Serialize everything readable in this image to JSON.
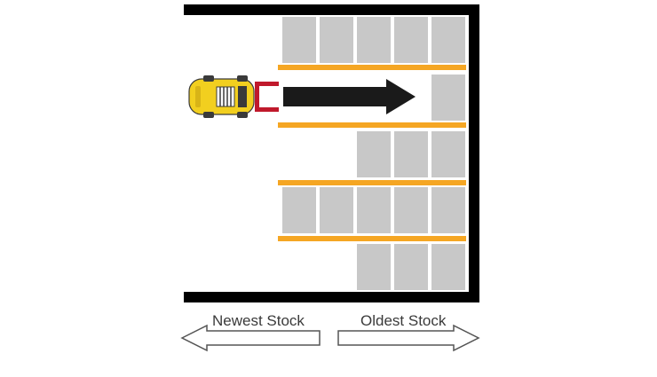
{
  "legend": {
    "newest_label": "Newest Stock",
    "oldest_label": "Oldest Stock"
  },
  "colors": {
    "wall": "#000000",
    "pallet": "#c8c8c8",
    "beam": "#f5a623",
    "forklift_body": "#f2cf1f",
    "forks": "#c0192c",
    "flow_arrow": "#1a1a1a"
  },
  "racks": [
    {
      "level": 1,
      "pallets": 5
    },
    {
      "level": 2,
      "pallets": 1
    },
    {
      "level": 3,
      "pallets": 3
    },
    {
      "level": 4,
      "pallets": 5
    },
    {
      "level": 5,
      "pallets": 3
    }
  ]
}
